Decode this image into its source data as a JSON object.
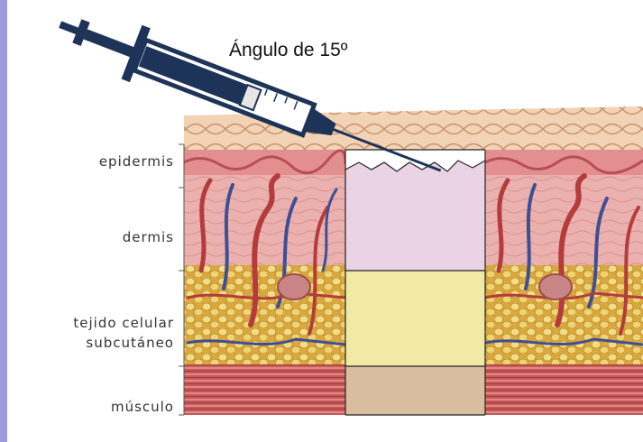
{
  "angle_label": "Ángulo de 15º",
  "layers": [
    {
      "name": "epidermis",
      "label": "epidermis"
    },
    {
      "name": "dermis",
      "label": "dermis"
    },
    {
      "name": "tejido-celular-subcutaneo",
      "label_line1": "tejido celular",
      "label_line2": "subcutáneo"
    },
    {
      "name": "musculo",
      "label": "músculo"
    }
  ],
  "colors": {
    "epidermis_cut": "#ffffff",
    "dermis_cut": "#ead3e4",
    "subcutaneous_cut": "#f1eaa6",
    "muscle_cut": "#d9bd9e",
    "skin_surface": "#f2d3b6",
    "dermis_tissue": "#e9a7a5",
    "fat_tissue": "#e9c65e",
    "muscle_tissue": "#c8585a",
    "vessel_red": "#b43c3c",
    "vessel_blue": "#3f4f95",
    "syringe_dark": "#1e3358",
    "background_border": "#9b9bdc"
  }
}
